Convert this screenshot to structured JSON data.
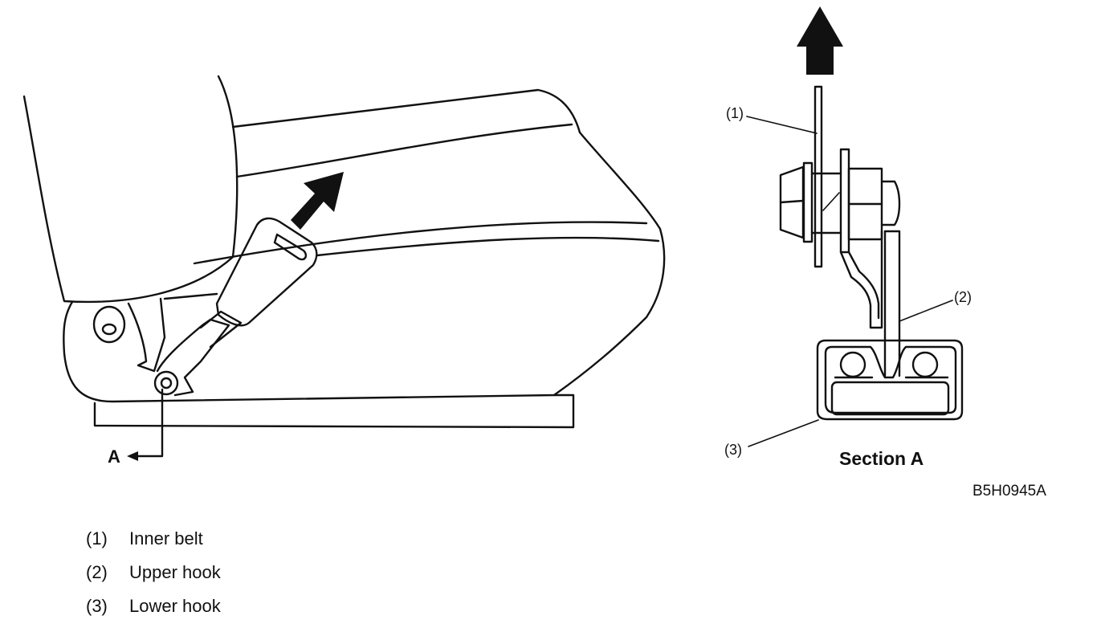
{
  "left_view": {
    "view_label": "A"
  },
  "section": {
    "title": "Section A",
    "callouts": [
      "(1)",
      "(2)",
      "(3)"
    ]
  },
  "figure_code": "B5H0945A",
  "legend": [
    {
      "num": "(1)",
      "text": "Inner belt"
    },
    {
      "num": "(2)",
      "text": "Upper hook"
    },
    {
      "num": "(3)",
      "text": "Lower hook"
    }
  ]
}
